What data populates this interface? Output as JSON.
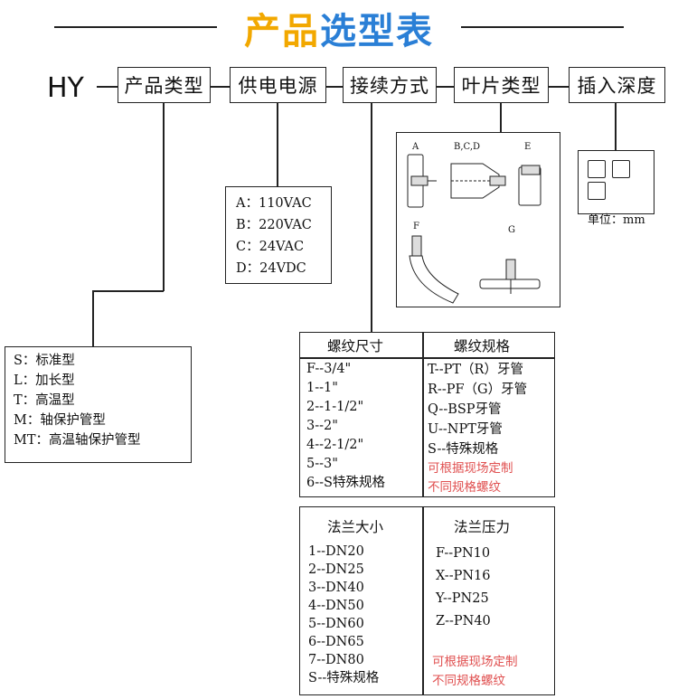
{
  "title": {
    "part1": "产品",
    "part2": "选型表"
  },
  "model_prefix": "HY",
  "headers": [
    "产品类型",
    "供电电源",
    "接续方式",
    "叶片类型",
    "插入深度"
  ],
  "power": [
    "A：110VAC",
    "B：220VAC",
    "C：24VAC",
    "D：24VDC"
  ],
  "product_types": [
    "S：标准型",
    "L：加长型",
    "T：高温型",
    "M：轴保护管型",
    "MT：高温轴保护管型"
  ],
  "blade_labels": [
    "A",
    "B,C,D",
    "E",
    "F",
    "G"
  ],
  "depth": {
    "unit_label": "单位：mm"
  },
  "thread": {
    "col1_header": "螺纹尺寸",
    "col2_header": "螺纹规格",
    "sizes": [
      "F--3/4\"",
      "1--1\"",
      "2--1-1/2\"",
      "3--2\"",
      "4--2-1/2\"",
      "5--3\"",
      "6--S特殊规格"
    ],
    "specs": [
      "T--PT（R）牙管",
      "R--PF（G）牙管",
      "Q--BSP牙管",
      "U--NPT牙管",
      "S--特殊规格"
    ],
    "note1": "可根据现场定制",
    "note2": "不同规格螺纹"
  },
  "flange": {
    "col1_header": "法兰大小",
    "col2_header": "法兰压力",
    "sizes": [
      "1--DN20",
      "2--DN25",
      "3--DN40",
      "4--DN50",
      "5--DN60",
      "6--DN65",
      "7--DN80",
      "S--特殊规格"
    ],
    "pressures": [
      "F--PN10",
      "X--PN16",
      "Y--PN25",
      "Z--PN40"
    ],
    "note1": "可根据现场定制",
    "note2": "不同规格螺纹"
  }
}
